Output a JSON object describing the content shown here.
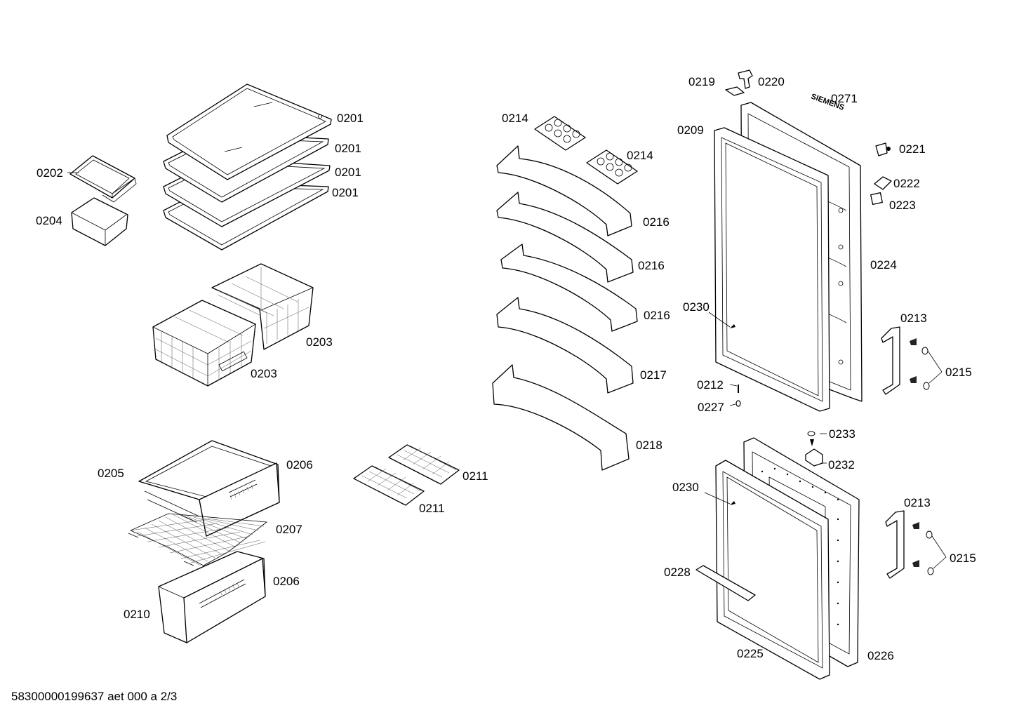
{
  "diagram": {
    "labels": {
      "p0201a": "0201",
      "p0201b": "0201",
      "p0201c": "0201",
      "p0201d": "0201",
      "p0202": "0202",
      "p0204": "0204",
      "p0203a": "0203",
      "p0203b": "0203",
      "p0205": "0205",
      "p0206a": "0206",
      "p0207": "0207",
      "p0206b": "0206",
      "p0210": "0210",
      "p0211a": "0211",
      "p0211b": "0211",
      "p0214a": "0214",
      "p0214b": "0214",
      "p0216a": "0216",
      "p0216b": "0216",
      "p0216c": "0216",
      "p0217": "0217",
      "p0218": "0218",
      "p0219": "0219",
      "p0220": "0220",
      "p0271": "0271",
      "p0209": "0209",
      "p0221": "0221",
      "p0222": "0222",
      "p0223": "0223",
      "p0224": "0224",
      "p0230a": "0230",
      "p0213a": "0213",
      "p0215a": "0215",
      "p0212": "0212",
      "p0227": "0227",
      "p0233": "0233",
      "p0232": "0232",
      "p0230b": "0230",
      "p0213b": "0213",
      "p0215b": "0215",
      "p0228": "0228",
      "p0225": "0225",
      "p0226": "0226"
    },
    "brand_mark": "SIEMENS",
    "footer": "58300000199637 aet 000 a 2/3"
  }
}
